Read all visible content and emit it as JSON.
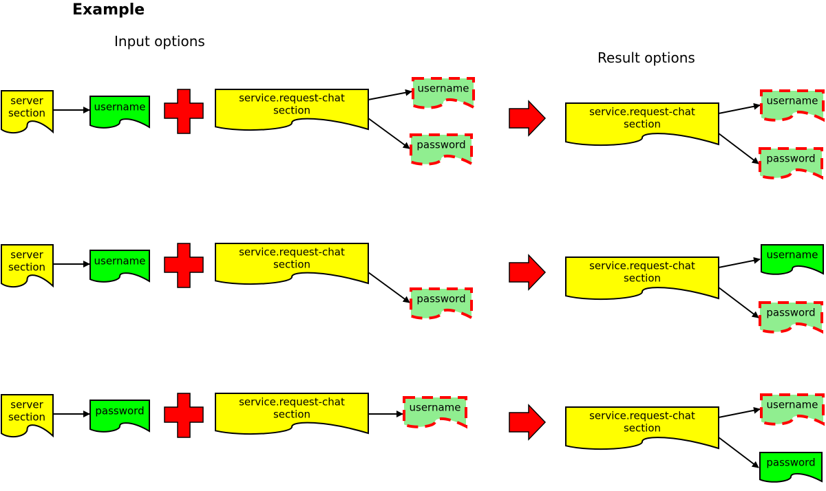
{
  "title": "Example",
  "input_header": "Input options",
  "result_header": "Result options",
  "colors": {
    "section_fill": "#ffff00",
    "option_fill": "#00ff00",
    "optional_fill": "#90ee90",
    "optional_border": "#ff0000",
    "plus_fill": "#ff0000",
    "arrow_fill": "#ff0000",
    "stroke": "#000000"
  },
  "labels": {
    "server_section": [
      "server",
      "section"
    ],
    "chat_section": [
      "service.request-chat",
      "section"
    ],
    "username": "username",
    "password": "password"
  },
  "rows": [
    {
      "input_option": "username",
      "input_result_options": [
        {
          "label": "username",
          "style": "optional"
        },
        {
          "label": "password",
          "style": "optional"
        }
      ],
      "result_options": [
        {
          "label": "username",
          "style": "optional"
        },
        {
          "label": "password",
          "style": "optional"
        }
      ]
    },
    {
      "input_option": "username",
      "input_result_options": [
        {
          "label": "password",
          "style": "optional"
        }
      ],
      "result_options": [
        {
          "label": "username",
          "style": "set"
        },
        {
          "label": "password",
          "style": "optional"
        }
      ]
    },
    {
      "input_option": "password",
      "input_result_options": [
        {
          "label": "username",
          "style": "optional"
        }
      ],
      "result_options": [
        {
          "label": "username",
          "style": "optional"
        },
        {
          "label": "password",
          "style": "set"
        }
      ]
    }
  ]
}
